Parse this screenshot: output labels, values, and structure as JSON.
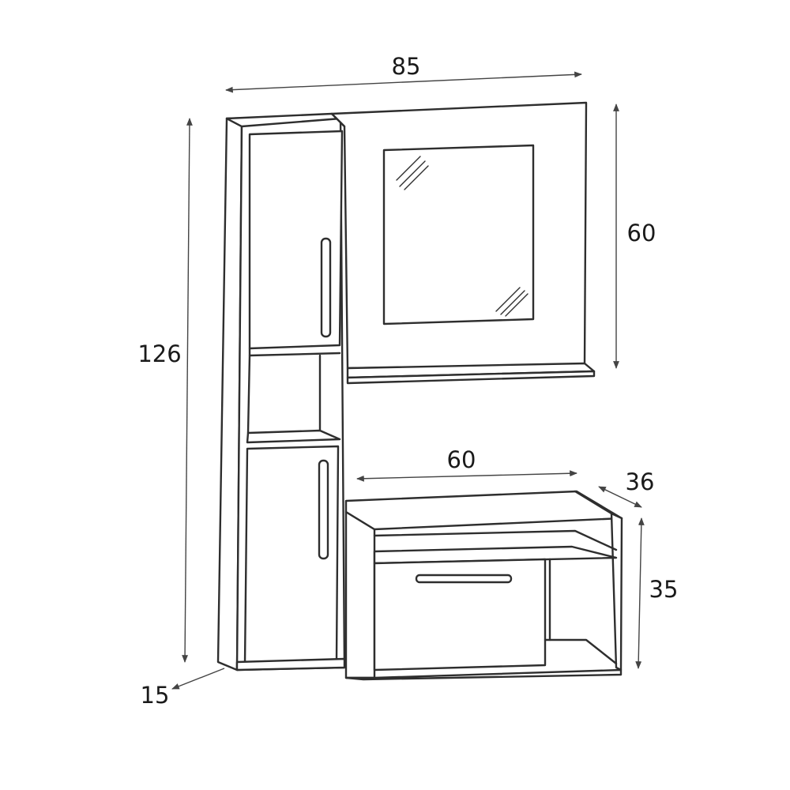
{
  "dimensions": {
    "total_width": "85",
    "total_height": "126",
    "mirror_height": "60",
    "bench_width": "60",
    "bench_depth": "36",
    "bench_height": "35",
    "cabinet_depth": "15"
  }
}
